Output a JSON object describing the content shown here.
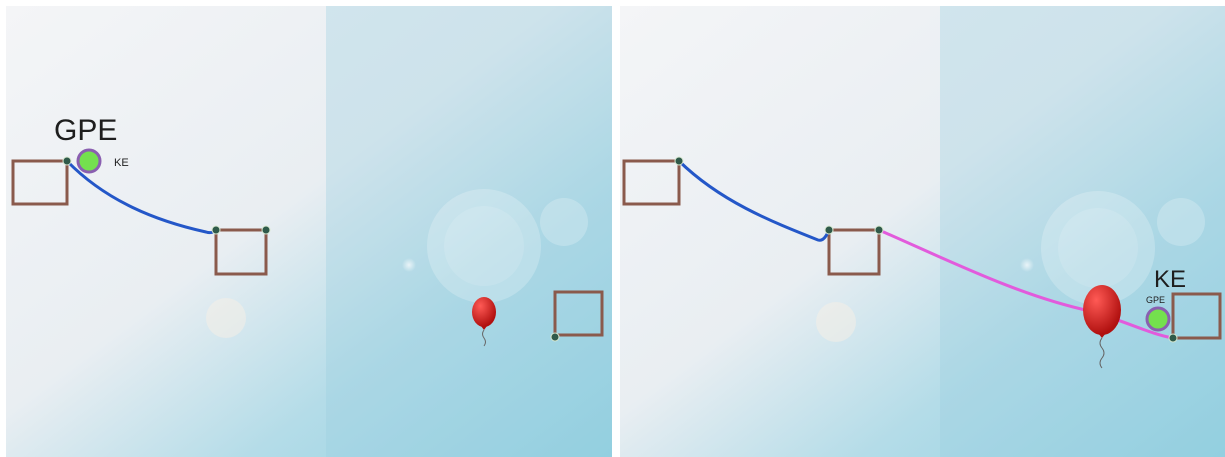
{
  "colors": {
    "platform": "#8a5a4c",
    "rope_first": "#2457c8",
    "rope_second": "#e25bdc",
    "anchor_fill": "#2f5a4a",
    "anchor_stroke": "#d8e8d0",
    "ball_fill": "#74e04e",
    "ball_ring": "#8a5fb0",
    "balloon": "#c8161c",
    "sky_light": "#f2f4f6",
    "sky_blue": "#8fd0e0"
  },
  "scenes": [
    {
      "big_label": "GPE",
      "small_label": "KE",
      "balloon_icon": "red-balloon-icon",
      "ball_icon": "green-ball-icon"
    },
    {
      "big_label": "KE",
      "small_label": "GPE",
      "balloon_icon": "red-balloon-icon",
      "ball_icon": "green-ball-icon"
    }
  ]
}
